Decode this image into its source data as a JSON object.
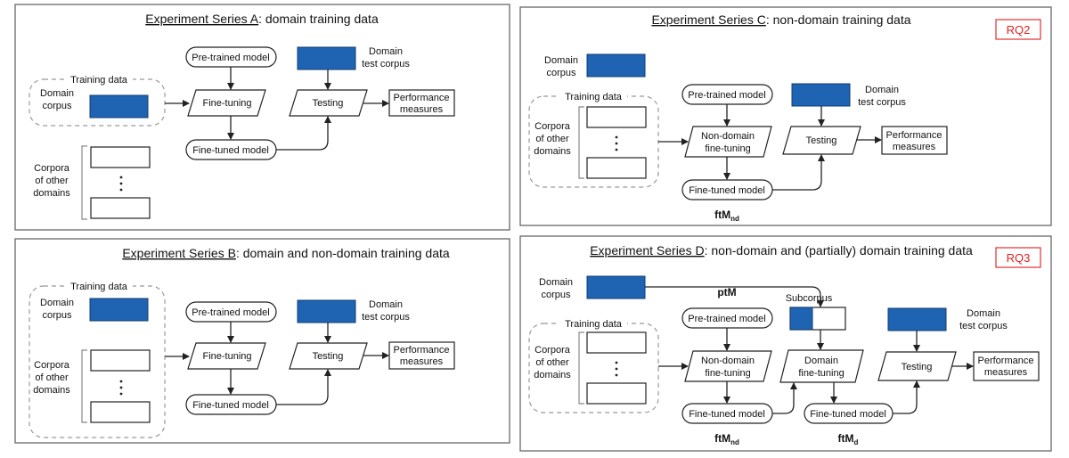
{
  "panels": {
    "a": {
      "title_prefix": "Experiment Series A",
      "title_suffix": ": domain training data",
      "training_data": "Training data",
      "domain_corpus": [
        "Domain",
        "corpus"
      ],
      "other_corpora": [
        "Corpora",
        "of other",
        "domains"
      ],
      "pretrained": "Pre-trained model",
      "finetuning": "Fine-tuning",
      "finetuned": "Fine-tuned model",
      "test_corpus": [
        "Domain",
        "test corpus"
      ],
      "testing": "Testing",
      "performance": [
        "Performance",
        "measures"
      ]
    },
    "b": {
      "title_prefix": "Experiment Series B",
      "title_suffix": ": domain and non-domain training data",
      "training_data": "Training data",
      "domain_corpus": [
        "Domain",
        "corpus"
      ],
      "other_corpora": [
        "Corpora",
        "of other",
        "domains"
      ],
      "pretrained": "Pre-trained model",
      "finetuning": "Fine-tuning",
      "finetuned": "Fine-tuned model",
      "test_corpus": [
        "Domain",
        "test corpus"
      ],
      "testing": "Testing",
      "performance": [
        "Performance",
        "measures"
      ]
    },
    "c": {
      "title_prefix": "Experiment Series C",
      "title_suffix": ": non-domain training data",
      "rq": "RQ2",
      "domain_corpus": [
        "Domain",
        "corpus"
      ],
      "training_data": "Training data",
      "other_corpora": [
        "Corpora",
        "of other",
        "domains"
      ],
      "pretrained": "Pre-trained model",
      "finetuning": [
        "Non-domain",
        "fine-tuning"
      ],
      "finetuned": "Fine-tuned model",
      "model_label": "ftM",
      "model_sub": "nd",
      "test_corpus": [
        "Domain",
        "test corpus"
      ],
      "testing": "Testing",
      "performance": [
        "Performance",
        "measures"
      ]
    },
    "d": {
      "title_prefix": "Experiment Series D",
      "title_suffix": ": non-domain and (partially) domain training data",
      "rq": "RQ3",
      "domain_corpus": [
        "Domain",
        "corpus"
      ],
      "ptm": "ptM",
      "subcorpus": "Subcorpus",
      "training_data": "Training data",
      "other_corpora": [
        "Corpora",
        "of other",
        "domains"
      ],
      "pretrained": "Pre-trained model",
      "nd_finetuning": [
        "Non-domain",
        "fine-tuning"
      ],
      "d_finetuning": [
        "Domain",
        "fine-tuning"
      ],
      "finetuned_nd": "Fine-tuned model",
      "finetuned_d": "Fine-tuned model",
      "ftm_nd_label": "ftM",
      "ftm_nd_sub": "nd",
      "ftm_d_label": "ftM",
      "ftm_d_sub": "d",
      "test_corpus": [
        "Domain",
        "test corpus"
      ],
      "testing": "Testing",
      "performance": [
        "Performance",
        "measures"
      ]
    }
  },
  "colors": {
    "corpus_fill": "#1f63b3",
    "rq_border": "#dd3333",
    "rq_text": "#dd2222"
  }
}
